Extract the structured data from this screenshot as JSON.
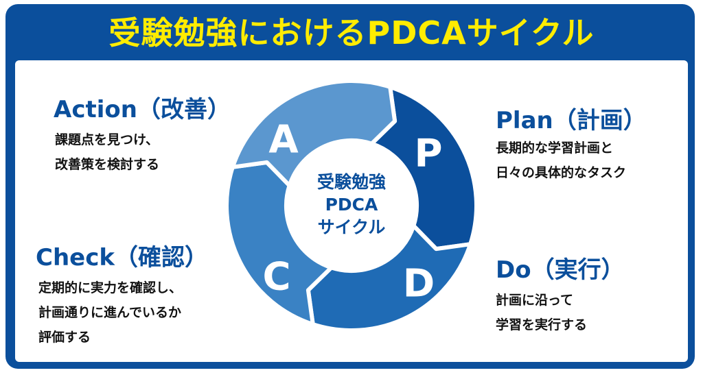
{
  "title": "受験勉強におけるPDCAサイクル",
  "center": [
    "受験勉強",
    "PDCA",
    "サイクル"
  ],
  "phases": [
    {
      "key": "plan",
      "letter": "P",
      "heading": "Plan（計画）",
      "lines": [
        "長期的な学習計画と",
        "日々の具体的なタスク"
      ],
      "color": "#0b4f9c"
    },
    {
      "key": "do",
      "letter": "D",
      "heading": "Do（実行）",
      "lines": [
        "計画に沿って",
        "学習を実行する"
      ],
      "color": "#1f6bb5"
    },
    {
      "key": "check",
      "letter": "C",
      "heading": "Check（確認）",
      "lines": [
        "定期的に実力を確認し、",
        "計画通りに進んでいるか",
        "評価する"
      ],
      "color": "#3a82c4"
    },
    {
      "key": "action",
      "letter": "A",
      "heading": "Action（改善）",
      "lines": [
        "課題点を見つけ、",
        "改善策を検討する"
      ],
      "color": "#5b97cf"
    }
  ],
  "colors": {
    "frame": "#0b4f9c",
    "title_text": "#ffec00",
    "heading": "#0b4f9c"
  }
}
